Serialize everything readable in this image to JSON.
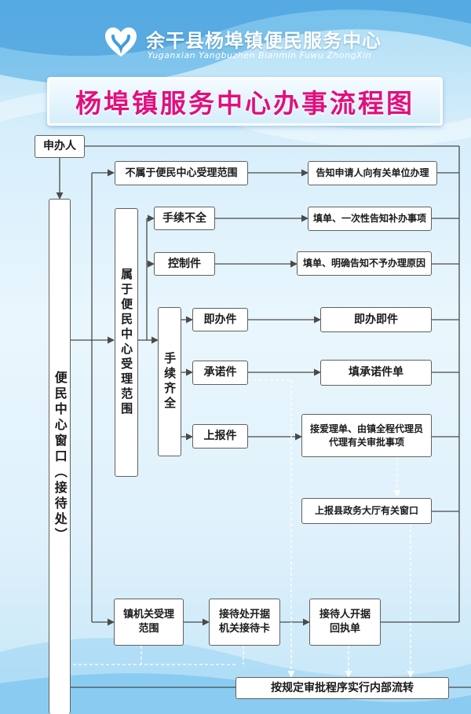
{
  "header": {
    "org_name_cn": "余干县杨埠镇便民服务中心",
    "org_name_en": "Yuganxian Yangbuzhen Bianmin Fuwu ZhongXin",
    "title": "杨埠镇服务中心办事流程图"
  },
  "flow": {
    "applicant": "申办人",
    "window": "便民中心窗口（接待处）",
    "not_in_scope": "不属于便民中心受理范围",
    "notify_other_unit": "告知申请人向有关单位办理",
    "in_scope": "属于便民中心受理范围",
    "incomplete": "手续不全",
    "incomplete_action": "填单、一次性告知补办事项",
    "controlled": "控制件",
    "controlled_action": "填单、明确告知不予办理原因",
    "complete": "手续齐全",
    "immediate": "即办件",
    "immediate_action": "即办即件",
    "promised": "承诺件",
    "promised_action": "填承诺件单",
    "report": "上报件",
    "report_action": "接爱理单、由镇全程代理员代理有关审批事项",
    "county_window": "上报县政务大厅有关窗口",
    "gov_scope": "镇机关受理范围",
    "receipt_card": "接待处开据机关接待卡",
    "receipt_return": "接待人开据回执单",
    "internal_flow": "按规定审批程序实行内部流转"
  },
  "colors": {
    "title": "#e0107e",
    "header_text": "#ffffff",
    "line": "#4a4a4a",
    "dashed_line": "#ffffff"
  }
}
